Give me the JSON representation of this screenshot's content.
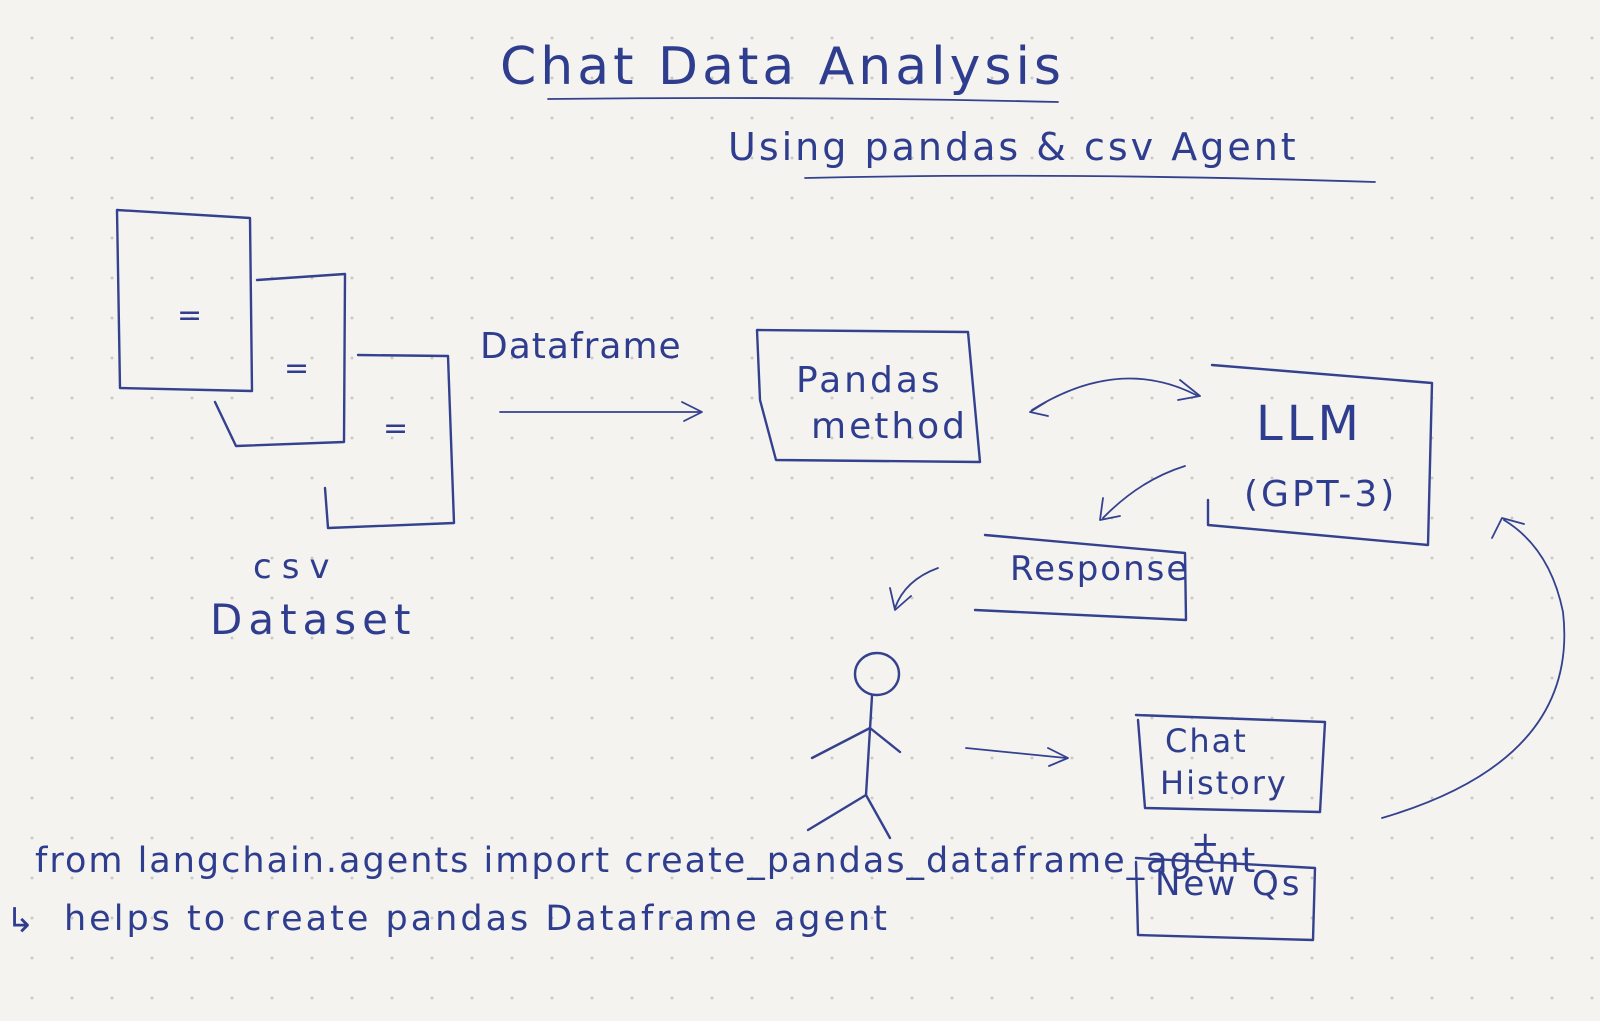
{
  "title": "Chat Data Analysis",
  "subtitle": "Using pandas & csv Agent",
  "nodes": {
    "csv_label_line1": "csv",
    "csv_label_line2": "Dataset",
    "doc_glyph": "=",
    "edge_label": "Dataframe",
    "pandas_line1": "Pandas",
    "pandas_line2": "method",
    "llm_line1": "LLM",
    "llm_line2": "(GPT-3)",
    "response": "Response",
    "chat_history_line1": "Chat",
    "chat_history_line2": "History",
    "plus": "+",
    "new_q": "New Qs"
  },
  "code_line": "from langchain.agents import create_pandas_dataframe_agent",
  "note_line": "helps to create pandas Dataframe agent",
  "note_arrow": "↳",
  "colors": {
    "ink": "#2f3d8f",
    "paper": "#f4f3ef",
    "dot": "#c9c8c3"
  }
}
